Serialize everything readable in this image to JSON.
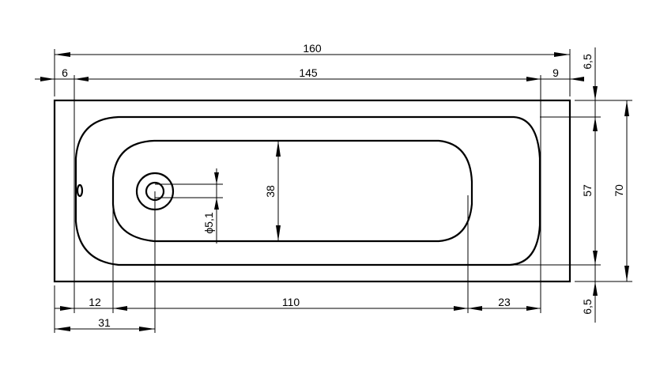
{
  "drawing": {
    "title": "Bathtub dimension drawing",
    "dimensions": {
      "overall_length": "160",
      "inner_length": "145",
      "left_offset": "6",
      "right_offset": "9",
      "top_margin": "6,5",
      "bottom_margin": "6,5",
      "rim_width": "57",
      "overall_width": "70",
      "basin_width": "38",
      "drain_diameter": "ϕ5,1",
      "bottom_left": "12",
      "bottom_middle": "110",
      "bottom_right": "23",
      "drain_offset": "31"
    }
  }
}
